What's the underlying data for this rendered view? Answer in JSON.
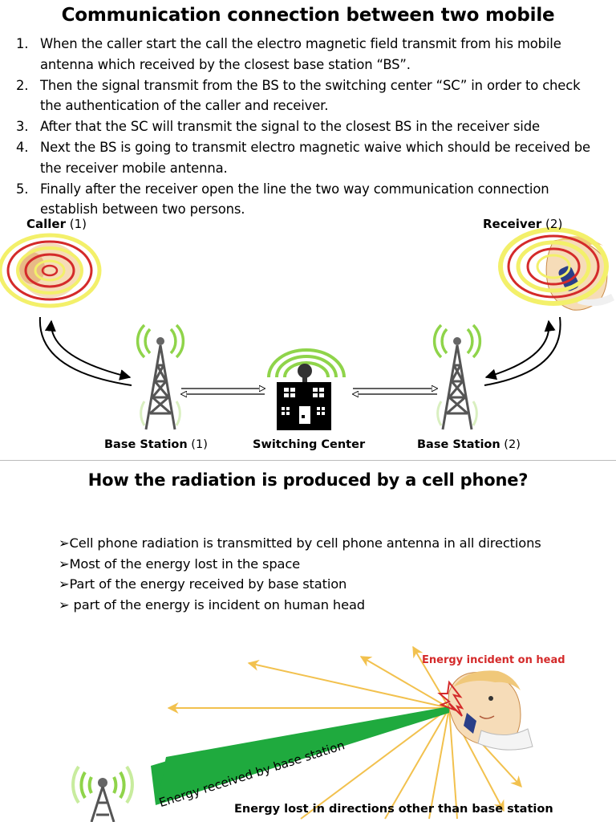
{
  "title": "Communication connection between two mobile",
  "steps": [
    {
      "num": "1.",
      "text": "When the caller start the call the electro magnetic field transmit from his mobile antenna which received by  the closest base station “BS”."
    },
    {
      "num": "2.",
      "text": "Then the signal transmit from the BS to the switching center “SC” in order to check the authentication of the caller and receiver."
    },
    {
      "num": "3.",
      "text": "After that the SC will transmit the signal to the closest BS in the receiver side"
    },
    {
      "num": "4.",
      "text": "Next the BS is going to transmit electro magnetic waive which should be received be the receiver mobile antenna."
    },
    {
      "num": "5.",
      "text": "Finally after the receiver open the line the two way communication connection establish between two persons."
    }
  ],
  "diagram": {
    "caller": {
      "label": "Caller",
      "num": " (1)"
    },
    "receiver": {
      "label": "Receiver",
      "num": " (2)"
    },
    "base_station_1": {
      "label": "Base Station",
      "num": " (1)"
    },
    "switching_center": {
      "label": "Switching Center"
    },
    "base_station_2": {
      "label": "Base Station",
      "num": " (2)"
    }
  },
  "radiation": {
    "heading": "How the radiation is produced by a cell phone?",
    "bullet_glyph": "➢",
    "bullets": [
      "Cell phone radiation is transmitted by cell phone antenna in all directions",
      "Most of the energy lost in the space",
      "Part of the energy received by base station",
      " part of the energy is incident on human head"
    ],
    "label_head": "Energy incident on head",
    "label_bs": "Energy received by base station",
    "label_lost": "Energy lost in directions other than base station"
  },
  "colors": {
    "signal_green": "#8fd44a",
    "beam_green": "#1faa3e",
    "ray_yellow": "#f2c14e",
    "alert_red": "#d42a2a",
    "ring_yellow": "#f3f06a"
  }
}
